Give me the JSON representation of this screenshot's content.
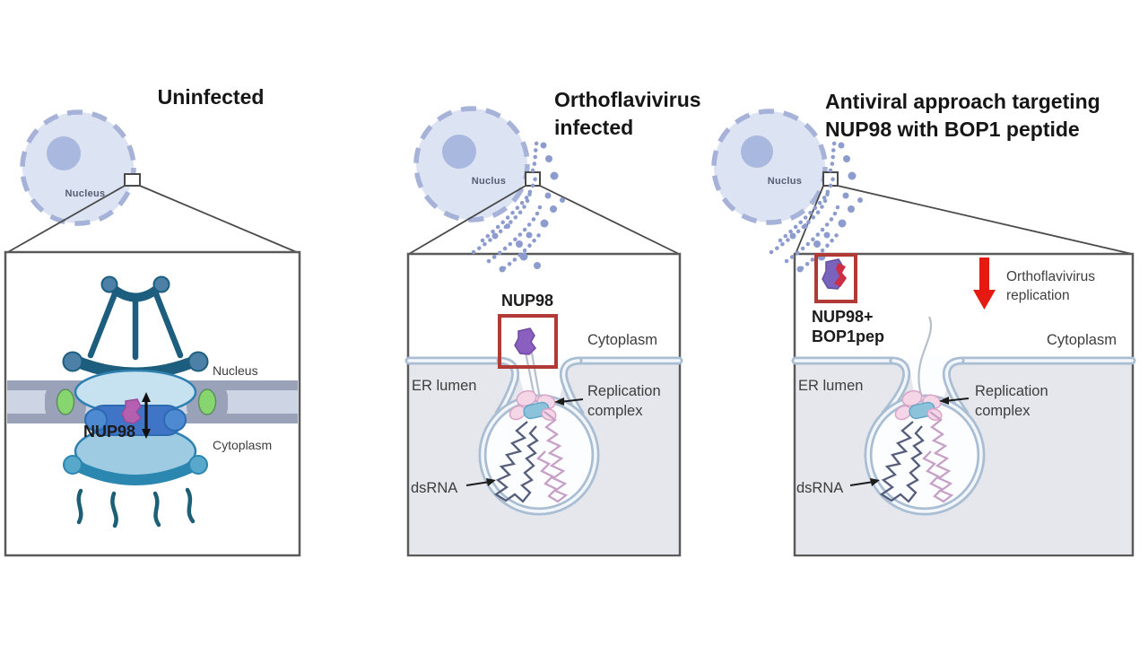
{
  "figure": {
    "panel1": {
      "title": "Uninfected",
      "cell_label": "Nucleus",
      "inset": {
        "nucleus": "Nucleus",
        "nup98": "NUP98",
        "cytoplasm": "Cytoplasm"
      }
    },
    "panel2": {
      "title_line1": "Orthoflavivirus",
      "title_line2": "infected",
      "cell_label": "Nuclus",
      "inset": {
        "nup98": "NUP98",
        "cytoplasm": "Cytoplasm",
        "er_lumen": "ER lumen",
        "replication_line1": "Replication",
        "replication_line2": "complex",
        "dsrna": "dsRNA"
      }
    },
    "panel3": {
      "title_line1": "Antiviral approach targeting",
      "title_line2": "NUP98 with BOP1 peptide",
      "cell_label": "Nuclus",
      "inset": {
        "nup98_complex_line1": "NUP98+",
        "nup98_complex_line2": "BOP1pep",
        "replication_arrow_line1": "Orthoflavivirus",
        "replication_arrow_line2": "replication",
        "cytoplasm": "Cytoplasm",
        "er_lumen": "ER lumen",
        "replication_line1": "Replication",
        "replication_line2": "complex",
        "dsrna": "dsRNA"
      }
    },
    "colors": {
      "red_box": "#b03a36",
      "bright_red_arrow": "#e51b12",
      "bop1pep_text": "#e2554a",
      "membrane": "#a9bed3",
      "er_lumen_bg": "#e5e7ec",
      "cell_fill": "#dce3f2",
      "cell_stroke": "#a6b2d8",
      "npc_dark_teal": "#1d5e7e",
      "channel_blue": "#3f74c6",
      "nup98_magenta": "#b55fb0",
      "nup98_purple": "#8a5fc0",
      "green_transporter": "#86d56e",
      "virus_dot": "#8d9cce"
    }
  }
}
